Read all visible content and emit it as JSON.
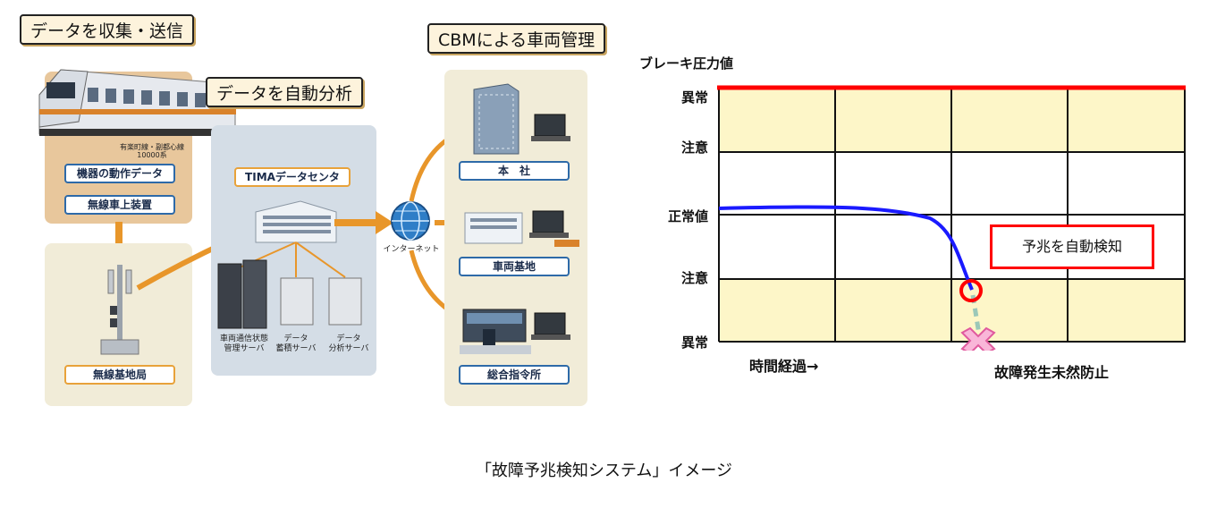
{
  "left_diagram": {
    "collect_title": "データを収集・送信",
    "analyze_title": "データを自動分析",
    "cbm_title": "CBMによる車両管理",
    "train_caption_line1": "有楽町線・副都心線",
    "train_caption_line2": "10000系",
    "device_data_label": "機器の動作データ",
    "onboard_label": "無線車上装置",
    "base_station_label": "無線基地局",
    "datacenter_label": "TIMAデータセンタ",
    "server1_label_line1": "車両通信状態",
    "server1_label_line2": "管理サーバ",
    "server2_label_line1": "データ",
    "server2_label_line2": "蓄積サーバ",
    "server3_label_line1": "データ",
    "server3_label_line2": "分析サーバ",
    "internet_label": "インターネット",
    "hq_label": "本　社",
    "depot_label": "車両基地",
    "control_label": "総合指令所"
  },
  "chart_data": {
    "type": "line",
    "ylabel": "ブレーキ圧力値",
    "xlabel": "時間経過→",
    "y_levels_top_to_bottom": [
      "異常",
      "注意",
      "正常値",
      "注意",
      "異常"
    ],
    "annotations": {
      "detect_label": "予兆を自動検知",
      "prevent_label": "故障発生未然防止"
    },
    "colors": {
      "curve": "#1a1aff",
      "limit_line": "#ff0000",
      "warning_band": "#fdf6c8",
      "predicted": "#9bc8b8",
      "cross": "#f48fc3"
    }
  },
  "caption": "「故障予兆検知システム」イメージ"
}
